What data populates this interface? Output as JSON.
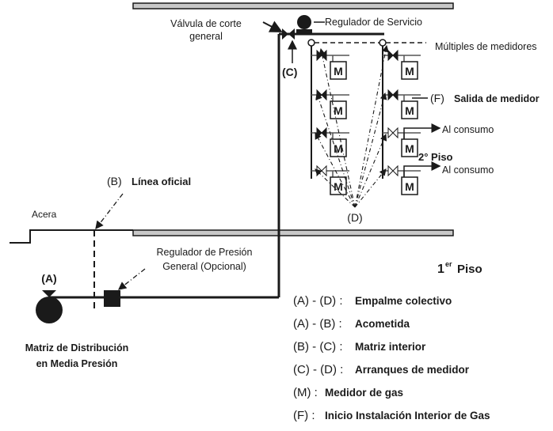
{
  "diagram": {
    "labels": {
      "valvula_corte_line1": "Válvula de corte",
      "valvula_corte_line2": "general",
      "regulador_servicio": "Regulador de Servicio",
      "multiples_medidores": "Múltiples de medidores",
      "salida_medidor_tag": "(F)",
      "salida_medidor": "Salida de medidor",
      "al_consumo_1": "Al consumo",
      "al_consumo_2": "Al consumo",
      "segundo_piso": "2° Piso",
      "point_c": "(C)",
      "point_d": "(D)",
      "point_b": "(B)",
      "linea_oficial": "Línea oficial",
      "acera": "Acera",
      "regulador_presion_line1": "Regulador de Presión",
      "regulador_presion_line2": "General (Opcional)",
      "point_a": "(A)",
      "matriz_line1": "Matriz de Distribución",
      "matriz_line2": "en Media Presión",
      "primer_piso_num": "1",
      "primer_piso_sup": "er",
      "primer_piso_word": "Piso",
      "meter_symbol": "M"
    },
    "legend": [
      {
        "code": "(A) - (D) :",
        "text": "Empalme colectivo"
      },
      {
        "code": "(A) - (B) :",
        "text": "Acometida"
      },
      {
        "code": "(B) - (C) :",
        "text": "Matriz interior"
      },
      {
        "code": "(C) - (D) :",
        "text": "Arranques de medidor"
      },
      {
        "code": "(M) :",
        "text": "Medidor de gas"
      },
      {
        "code": "(F) :",
        "text": "Inicio Instalación Interior de Gas"
      }
    ],
    "colors": {
      "line": "#1a1a1a",
      "slab_fill": "#c8c8c8",
      "pipe_gray": "#555555"
    }
  }
}
